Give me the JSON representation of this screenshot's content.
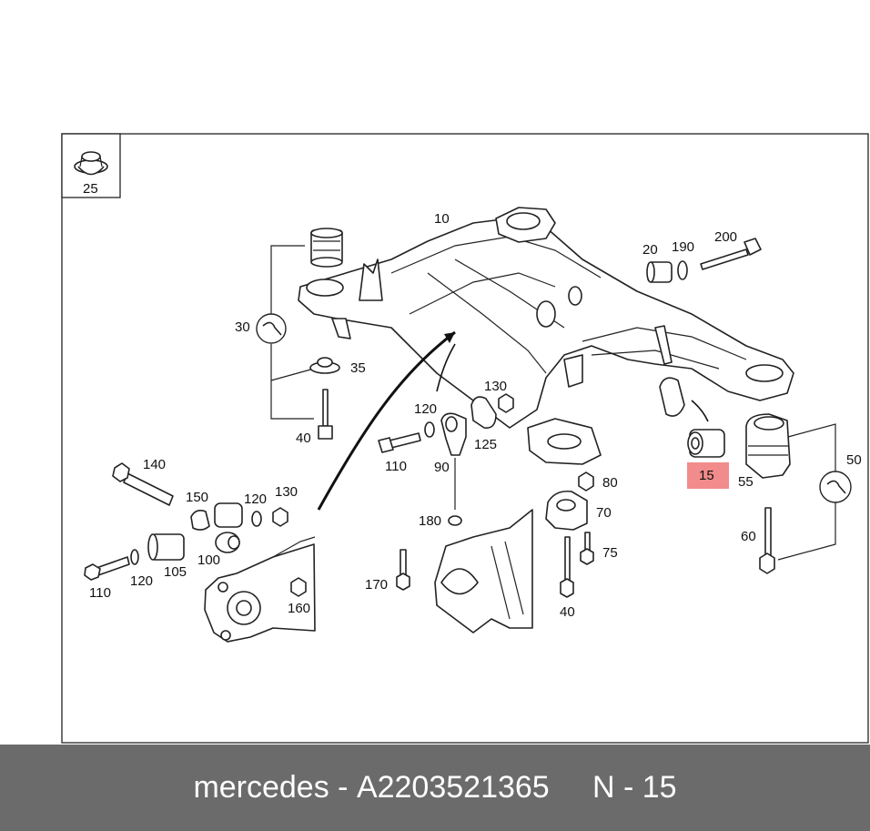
{
  "diagram": {
    "inset_label": "25",
    "highlight_label": "15",
    "highlight_color": "#f28b8b",
    "labels": {
      "l10": "10",
      "l20": "20",
      "l190": "190",
      "l200": "200",
      "l30": "30",
      "l35": "35",
      "l40a": "40",
      "l130a": "130",
      "l120a": "120",
      "l125": "125",
      "l110a": "110",
      "l90": "90",
      "l140": "140",
      "l150": "150",
      "l120b": "120",
      "l130b": "130",
      "l100": "100",
      "l105": "105",
      "l120c": "120",
      "l110b": "110",
      "l160": "160",
      "l180": "180",
      "l170": "170",
      "l80": "80",
      "l70": "70",
      "l75": "75",
      "l40b": "40",
      "l55": "55",
      "l50": "50",
      "l60": "60"
    }
  },
  "footer": {
    "brand": "mercedes",
    "separator1": " - ",
    "part_number": "A2203521365",
    "gap": "     ",
    "position_prefix": "N",
    "separator2": " - ",
    "position_number": "15"
  }
}
